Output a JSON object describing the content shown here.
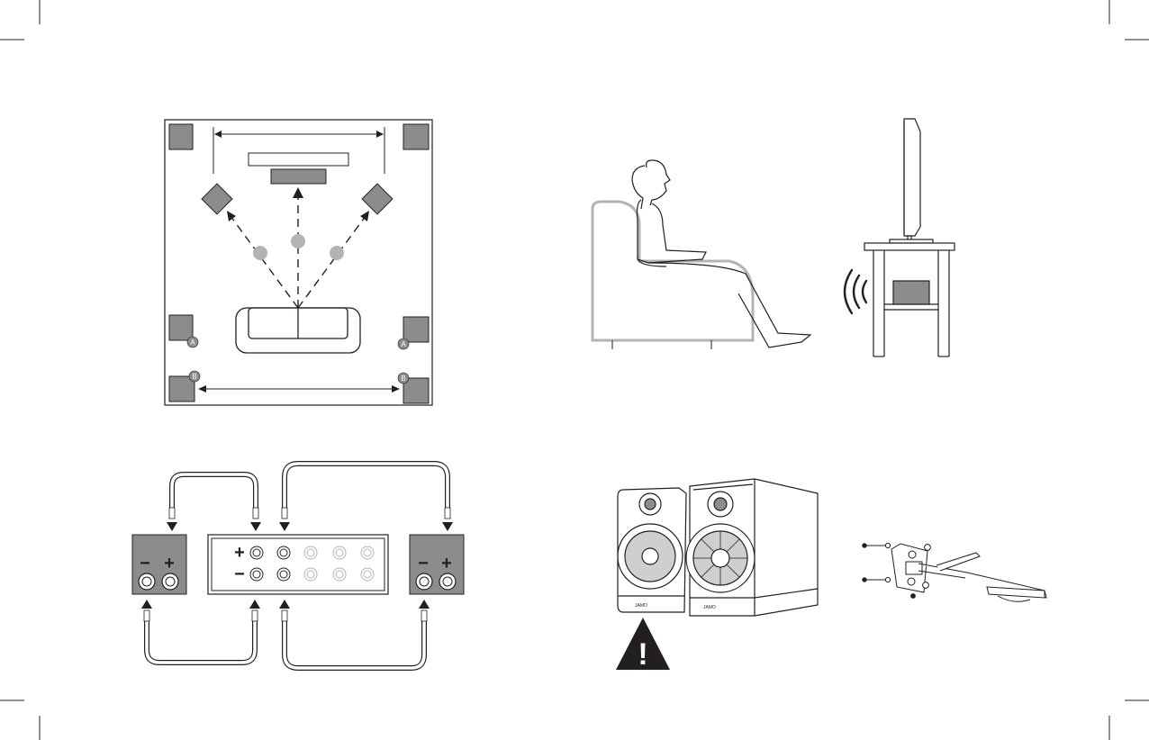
{
  "colors": {
    "ink": "#231f20",
    "speaker_fill": "#8c8c8c",
    "light_gray": "#b3b3b3",
    "pale_gray": "#cfcfcf",
    "paper": "#ffffff"
  },
  "room_diagram": {
    "surround_a_label": "A",
    "surround_b_label": "B"
  },
  "wiring_diagram": {
    "left_speaker_minus": "−",
    "left_speaker_plus": "+",
    "amp_plus": "+",
    "amp_minus": "−",
    "right_speaker_minus": "−",
    "right_speaker_plus": "+"
  },
  "speakers_photo": {
    "brand_logo": "JAMO"
  },
  "warning": {
    "icon": "warning-triangle-icon",
    "mark": "!"
  }
}
